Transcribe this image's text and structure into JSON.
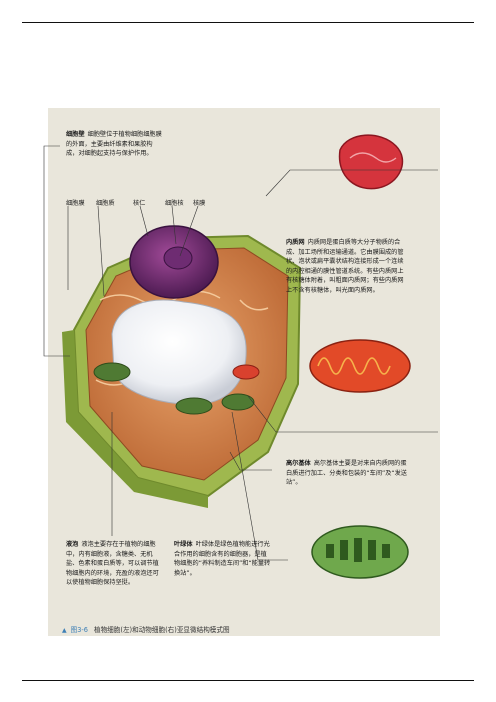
{
  "labels": {
    "cell_membrane": "细胞膜",
    "cytoplasm": "细胞质",
    "nucleolus": "核仁",
    "nucleus": "细胞核",
    "nuclear_envelope": "核膜"
  },
  "notes": {
    "cell_wall": {
      "term": "细胞壁",
      "text": "细胞壁位于植物细胞细胞膜的外面，主要由纤维素和果胶构成，对细胞起支持与保护作用。"
    },
    "er": {
      "term": "内质网",
      "text": "内质网是蛋白质等大分子物质的合成、加工场所和运输通道。它由膜围成的管状、泡状或扁平囊状结构连接形成一个连续的内腔相通的膜性管道系统。有些内质网上有核糖体附着，叫粗面内质网；有些内质网上不含有核糖体，叫光面内质网。"
    },
    "golgi": {
      "term": "高尔基体",
      "text": "高尔基体主要是对来自内质网的蛋白质进行加工、分类和包装的“车间”及“发送站”。"
    },
    "vacuole": {
      "term": "液泡",
      "text": "液泡主要存在于植物的细胞中，内有细胞液，含糖类、无机盐、色素和蛋白质等，可以调节植物细胞内的环境，充盈的液泡还可以使植物细胞保持坚挺。"
    },
    "chloroplast": {
      "term": "叶绿体",
      "text": "叶绿体是绿色植物能进行光合作用的细胞含有的细胞器，是植物细胞的“养料制造车间”和“能量转换站”。"
    }
  },
  "caption": {
    "figure_number": "图3-6",
    "text": "植物细胞(左)和动物细胞(右)亚显微结构模式图"
  }
}
